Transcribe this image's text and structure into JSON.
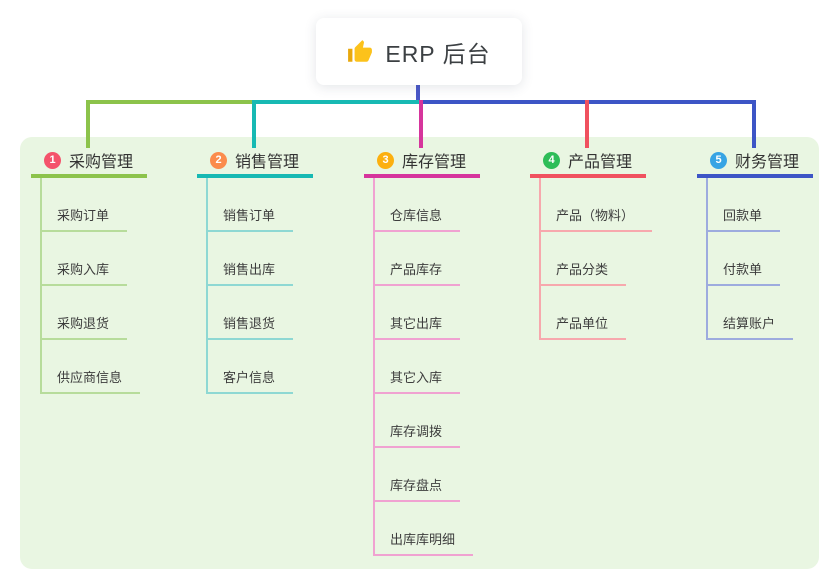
{
  "root": {
    "label": "ERP 后台",
    "icon": "thumbs-up-icon",
    "icon_color": "#fcc21b",
    "icon_cuff_color": "#e8a80d"
  },
  "connector": {
    "trunk_color": "#4a58c8"
  },
  "panel": {
    "background": "#e9f6e2"
  },
  "branches": [
    {
      "index": "1",
      "label": "采购管理",
      "badge_color": "#f4536b",
      "line_color": "#8cc34b",
      "child_line_color": "#b7dc9b",
      "items": [
        "采购订单",
        "采购入库",
        "采购退货",
        "供应商信息"
      ]
    },
    {
      "index": "2",
      "label": "销售管理",
      "badge_color": "#fb8c4c",
      "line_color": "#17b9b3",
      "child_line_color": "#8ed8d3",
      "items": [
        "销售订单",
        "销售出库",
        "销售退货",
        "客户信息"
      ]
    },
    {
      "index": "3",
      "label": "库存管理",
      "badge_color": "#fcb00f",
      "line_color": "#d6359c",
      "child_line_color": "#f0a2d1",
      "items": [
        "仓库信息",
        "产品库存",
        "其它出库",
        "其它入库",
        "库存调拨",
        "库存盘点",
        "出库库明细"
      ]
    },
    {
      "index": "4",
      "label": "产品管理",
      "badge_color": "#2ebd58",
      "line_color": "#f0515f",
      "child_line_color": "#f7a8ad",
      "items": [
        "产品（物料）",
        "产品分类",
        "产品单位"
      ]
    },
    {
      "index": "5",
      "label": "财务管理",
      "badge_color": "#37a4e4",
      "line_color": "#3d55c6",
      "child_line_color": "#9dabde",
      "items": [
        "回款单",
        "付款单",
        "结算账户"
      ]
    }
  ]
}
